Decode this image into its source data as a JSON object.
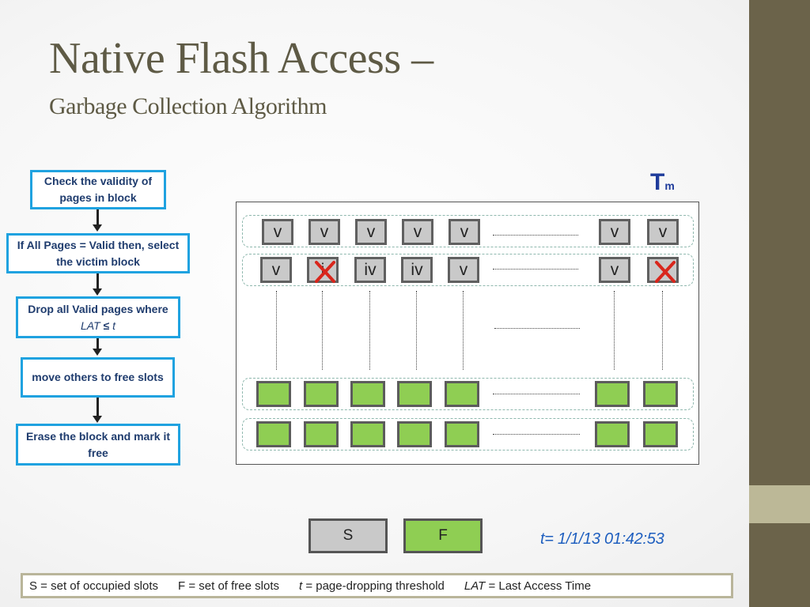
{
  "slide": {
    "title": "Native Flash Access –",
    "subtitle": "Garbage Collection Algorithm"
  },
  "flow": {
    "steps": [
      {
        "text": "Check the validity of pages in block"
      },
      {
        "text": "If All Pages = Valid then, select the victim block"
      },
      {
        "text_before": "Drop all Valid pages where",
        "lat": "LAT",
        "op": "≤",
        "t": "t"
      },
      {
        "text": "move others to free slots"
      },
      {
        "text": "Erase the block and mark it free"
      }
    ]
  },
  "block": {
    "tm_main": "T",
    "tm_sub": "m",
    "rows": [
      {
        "cells": [
          {
            "label": "v"
          },
          {
            "label": "v"
          },
          {
            "label": "v"
          },
          {
            "label": "v"
          },
          {
            "label": "v"
          },
          {
            "label": "v"
          },
          {
            "label": "v"
          }
        ]
      },
      {
        "cells": [
          {
            "label": "v"
          },
          {
            "label": "i",
            "crossed": true
          },
          {
            "label": "iv"
          },
          {
            "label": "iv"
          },
          {
            "label": "v"
          },
          {
            "label": "v"
          },
          {
            "label": "",
            "crossed": true
          }
        ]
      }
    ],
    "cross_color": "#d9261c",
    "occupied_color": "#c9c9c9",
    "free_color": "#8fce53"
  },
  "sets": {
    "s_label": "S",
    "f_label": "F",
    "timestamp": "t= 1/1/13 01:42:53"
  },
  "legend": {
    "s_def": "S = set of occupied slots",
    "f_def": "F = set of free slots",
    "t_sym": "t",
    "t_def": " = page-dropping threshold",
    "lat_sym": "LAT",
    "lat_def": " = Last Access Time"
  }
}
